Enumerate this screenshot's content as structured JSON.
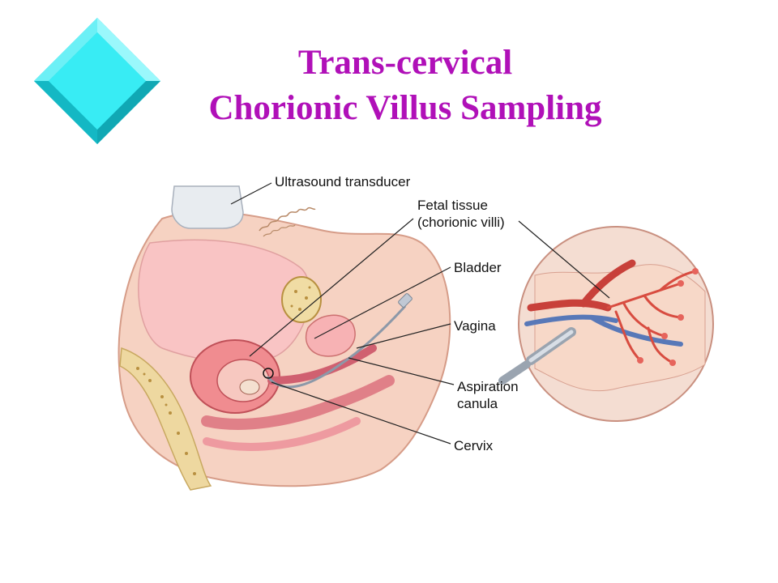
{
  "slide": {
    "title_line1": "Trans-cervical",
    "title_line2": "Chorionic Villus Sampling",
    "title_color": "#b010b8",
    "bullet_color": "#33e8f0"
  },
  "labels": {
    "ultrasound_transducer": "Ultrasound transducer",
    "fetal_tissue_line1": "Fetal tissue",
    "fetal_tissue_line2": "(chorionic villi)",
    "bladder": "Bladder",
    "vagina": "Vagina",
    "aspiration_line1": "Aspiration",
    "aspiration_line2": "canula",
    "cervix": "Cervix"
  }
}
